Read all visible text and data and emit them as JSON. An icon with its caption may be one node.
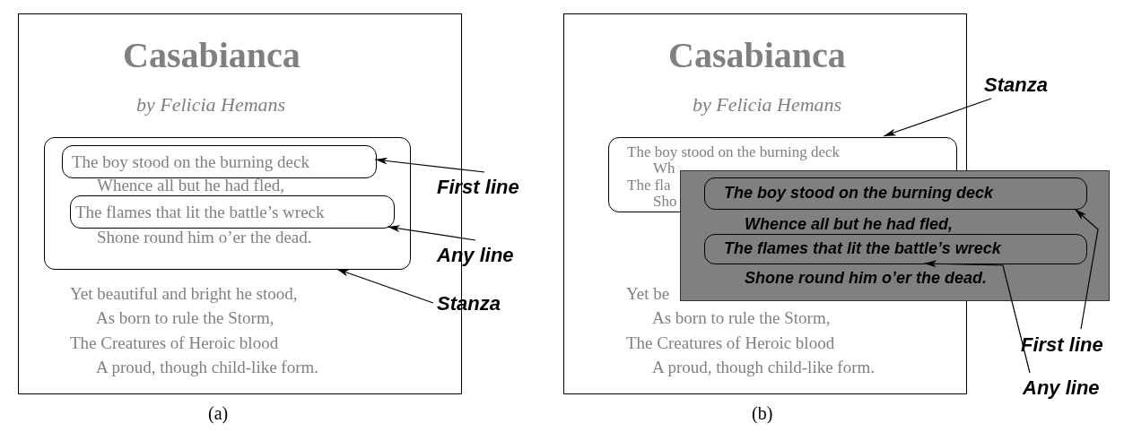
{
  "diagram": {
    "nodes": [
      {
        "text": [
          "Casabianca",
          "by Felicia Hemans",
          "Yet beautiful and bright he stood,",
          "As born to rule the Storm,",
          "The Creatures of Heroic blood",
          "A proud, though child-like form."
        ]
      },
      {
        "text": [
          "Whence all but he had fled,",
          "Shone round him o’er the dead."
        ],
        "in": 0
      },
      {
        "text": [
          "The boy stood on the burning deck"
        ],
        "in": 1
      },
      {
        "text": [
          "The flames that lit the battle’s wreck"
        ],
        "in": 1
      },
      {
        "text": [
          "First line"
        ]
      },
      {
        "text": [
          "Any line"
        ]
      },
      {
        "text": [
          "Stanza"
        ]
      },
      {
        "text": [
          "Casabianca",
          "by Felicia Hemans",
          "Yet be",
          "As born to rule the Storm,",
          "The Creatures of Heroic blood",
          "A proud, though child-like form."
        ]
      },
      {
        "text": [
          "The boy stood on the burning deck",
          "Wh",
          "The fla",
          "Sho"
        ],
        "in": 7
      },
      {
        "text": [
          "Whence all but he had fled,",
          "Shone round him o’er the dead."
        ]
      },
      {
        "text": [
          "The boy stood on the burning deck"
        ],
        "in": 9
      },
      {
        "text": [
          "The flames that lit the battle’s wreck"
        ],
        "in": 9
      },
      {
        "text": [
          "Stanza"
        ]
      },
      {
        "text": [
          "First line"
        ]
      },
      {
        "text": [
          "Any line"
        ]
      }
    ],
    "edges": [
      {
        "from": 4,
        "to": 2,
        "arrow": "to"
      },
      {
        "from": 5,
        "to": 3,
        "arrow": "to"
      },
      {
        "from": 6,
        "to": 1,
        "arrow": "to"
      },
      {
        "from": 12,
        "to": 8,
        "arrow": "to"
      },
      {
        "from": 13,
        "to": 10,
        "arrow": "to"
      },
      {
        "from": 14,
        "to": 11,
        "arrow": "to"
      }
    ],
    "labels": [
      "(a)",
      "(b)"
    ]
  }
}
